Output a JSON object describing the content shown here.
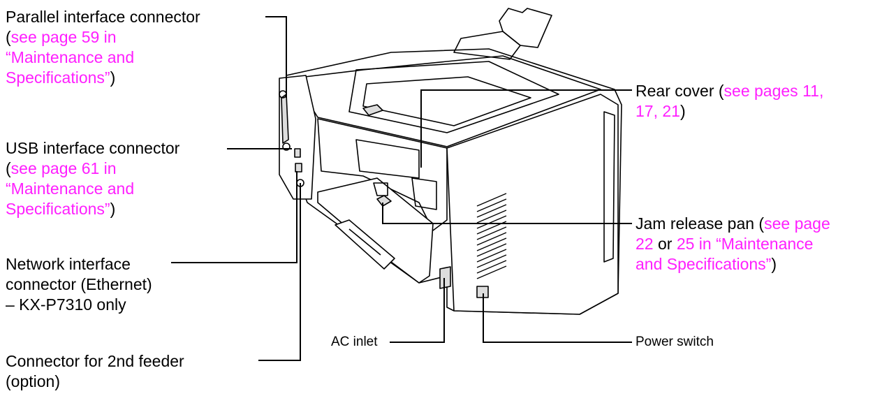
{
  "colors": {
    "link": "#ff1fff",
    "text": "#000000",
    "line": "#000000"
  },
  "labels": {
    "parallel": {
      "l1": "Parallel interface connector",
      "l2_pre": "(",
      "l2_link": "see page 59 in",
      "l3_link": "“Maintenance and",
      "l4_link": "Specifications”",
      "l4_post": ")"
    },
    "usb": {
      "l1": "USB interface connector",
      "l2_pre": "(",
      "l2_link": "see page 61 in",
      "l3_link": "“Maintenance and",
      "l4_link": "Specifications”",
      "l4_post": ")"
    },
    "network": {
      "l1": "Network interface",
      "l2": "connector (Ethernet)",
      "l3": "– KX-P7310 only"
    },
    "feeder": {
      "l1": "Connector for 2nd feeder",
      "l2": "(option)"
    },
    "ac_inlet": "AC inlet",
    "power_switch": "Power switch",
    "rear_cover": {
      "pre": "Rear cover (",
      "link1": "see pages 11,",
      "link2": "17, 21",
      "post": ")"
    },
    "jam_release": {
      "pre": "Jam release pan (",
      "link1": "see page",
      "link2": "22",
      "mid": " or ",
      "link3": "25 in “Maintenance",
      "link4": "and Specifications”",
      "post": ")"
    }
  }
}
